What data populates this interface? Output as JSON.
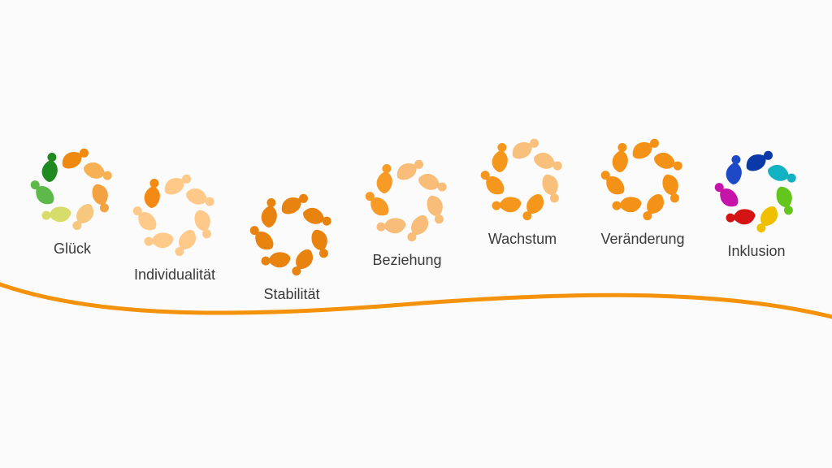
{
  "items": [
    {
      "label": "Glück",
      "colors": [
        "#ef8a10",
        "#f7b155",
        "#f2a240",
        "#f6c77c",
        "#d8dc6b",
        "#5db94a",
        "#1f8a21"
      ]
    },
    {
      "label": "Individualität",
      "colors": [
        "#ffc98a",
        "#ffc98a",
        "#ffc98a",
        "#ffc98a",
        "#ffc98a",
        "#ffc98a",
        "#f28a14"
      ]
    },
    {
      "label": "Stabilität",
      "colors": [
        "#e8830f",
        "#e8830f",
        "#e8830f",
        "#e8830f",
        "#e8830f",
        "#e8830f",
        "#e8830f"
      ]
    },
    {
      "label": "Beziehung",
      "colors": [
        "#f7bd79",
        "#f7bd79",
        "#f7bd79",
        "#f7bd79",
        "#f7bd79",
        "#f79a26",
        "#f79a26"
      ]
    },
    {
      "label": "Wachstum",
      "colors": [
        "#f8c07a",
        "#f8c07a",
        "#f8c07a",
        "#f5971c",
        "#f5971c",
        "#f5971c",
        "#f5971c"
      ]
    },
    {
      "label": "Veränderung",
      "colors": [
        "#f39217",
        "#f39217",
        "#f39217",
        "#f39217",
        "#f39217",
        "#f39217",
        "#f39217"
      ]
    },
    {
      "label": "Inklusion",
      "colors": [
        "#0b3aa8",
        "#13b2c3",
        "#64c51d",
        "#f0c000",
        "#d41414",
        "#c613a9",
        "#1d48c6"
      ]
    }
  ],
  "wave_color": "#f4920c"
}
